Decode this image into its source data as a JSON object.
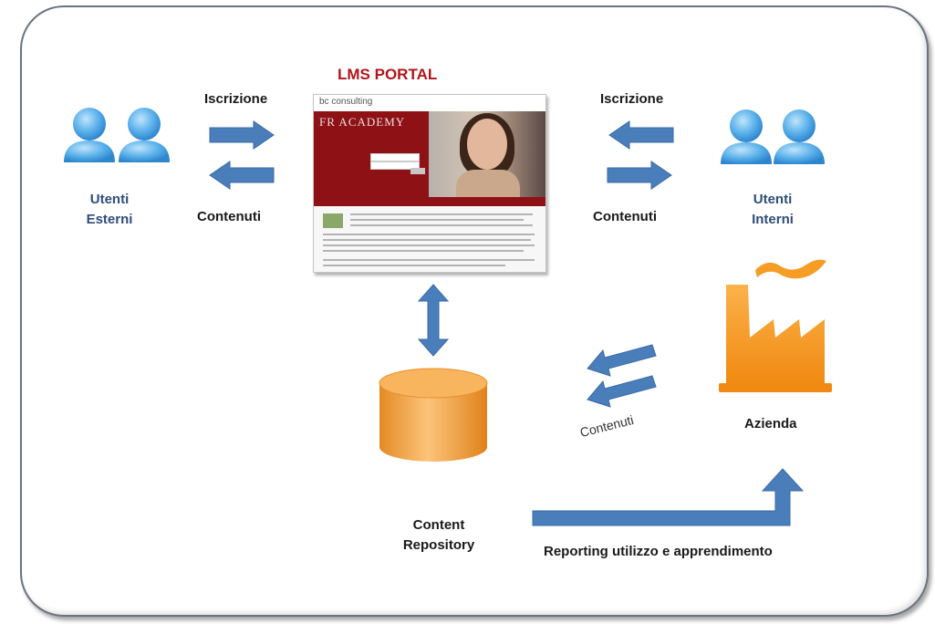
{
  "portal_title": "LMS PORTAL",
  "portal_screenshot": {
    "logo": "bc consulting",
    "academy": "FR ACADEMY"
  },
  "external_users": {
    "label_line1": "Utenti",
    "label_line2": "Esterni",
    "signup_label": "Iscrizione",
    "content_label": "Contenuti"
  },
  "internal_users": {
    "label_line1": "Utenti",
    "label_line2": "Interni",
    "signup_label": "Iscrizione",
    "content_label": "Contenuti"
  },
  "repository": {
    "label_line1": "Content",
    "label_line2": "Repository"
  },
  "company": {
    "label": "Azienda",
    "content_label": "Contenuti"
  },
  "reporting_label": "Reporting utilizzo e apprendimento",
  "colors": {
    "frame": "#6a7480",
    "arrow_fill": "#4a7ebb",
    "arrow_stroke": "#3a6aa5",
    "user_icon": "#59b0ea",
    "title_red": "#b0151c",
    "label_blue": "#2f4d7a",
    "cylinder": "#f4a64a",
    "factory": "#f59d25"
  },
  "icons": {
    "users": "user-group-icon",
    "database": "database-cylinder-icon",
    "factory": "factory-icon"
  }
}
